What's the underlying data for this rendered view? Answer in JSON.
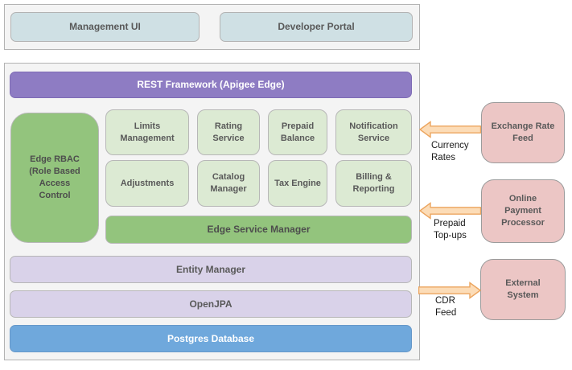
{
  "colors": {
    "canvas_bg": "#ffffff",
    "container_bg": "#f4f4f4",
    "container_border": "#b3b3b3",
    "teal_box_bg": "#cfe0e4",
    "box_border": "#b7b7b7",
    "purple_bar_bg": "#8e7cc3",
    "green_bg": "#93c47d",
    "light_green_bg": "#dcead3",
    "light_purple_bg": "#d9d2e9",
    "blue_bar_bg": "#6fa8dc",
    "pink_bg": "#ecc6c5",
    "pink_border": "#9b9b9b",
    "arrow_fill": "#fcdcb7",
    "arrow_border": "#eca55f",
    "label_text": "#595959",
    "label_text_dark": "#4d4d4d",
    "bar_text_light": "#ffffff",
    "flow_label_text": "#1a1a1a"
  },
  "client_layer": {
    "management_ui": "Management UI",
    "developer_portal": "Developer Portal"
  },
  "platform": {
    "rest_framework": "REST Framework (Apigee Edge)",
    "edge_rbac": "Edge RBAC (Role Based Access Control",
    "services": [
      "Limits Management",
      "Rating Service",
      "Prepaid Balance",
      "Notification Service",
      "Adjustments",
      "Catalog Manager",
      "Tax Engine",
      "Billing & Reporting"
    ],
    "edge_service_manager": "Edge Service Manager",
    "entity_manager": "Entity Manager",
    "openjpa": "OpenJPA",
    "postgres_database": "Postgres Database"
  },
  "external_systems": {
    "exchange_rate_feed": "Exchange Rate Feed",
    "online_payment_processor": "Online Payment Processor",
    "external_system": "External System"
  },
  "flows": [
    {
      "label": "Currency Rates",
      "direction": "left"
    },
    {
      "label": "Prepaid Top-ups",
      "direction": "left"
    },
    {
      "label": "CDR Feed",
      "direction": "right"
    }
  ]
}
